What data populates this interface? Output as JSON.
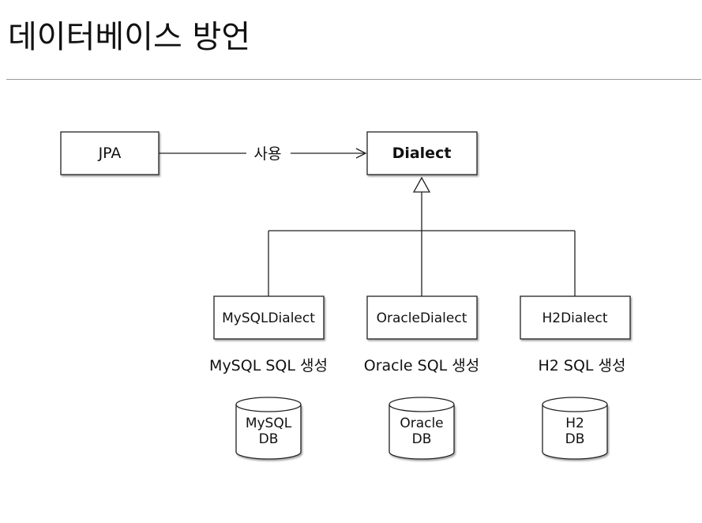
{
  "page": {
    "title": "데이터베이스 방언"
  },
  "diagram": {
    "jpa_label": "JPA",
    "edge_label": "사용",
    "dialect_label": "Dialect",
    "implementations": [
      {
        "class_label": "MySQLDialect",
        "caption": "MySQL SQL 생성",
        "db_line1": "MySQL",
        "db_line2": "DB"
      },
      {
        "class_label": "OracleDialect",
        "caption": "Oracle SQL 생성",
        "db_line1": "Oracle",
        "db_line2": "DB"
      },
      {
        "class_label": "H2Dialect",
        "caption": "H2 SQL 생성",
        "db_line1": "H2",
        "db_line2": "DB"
      }
    ]
  }
}
